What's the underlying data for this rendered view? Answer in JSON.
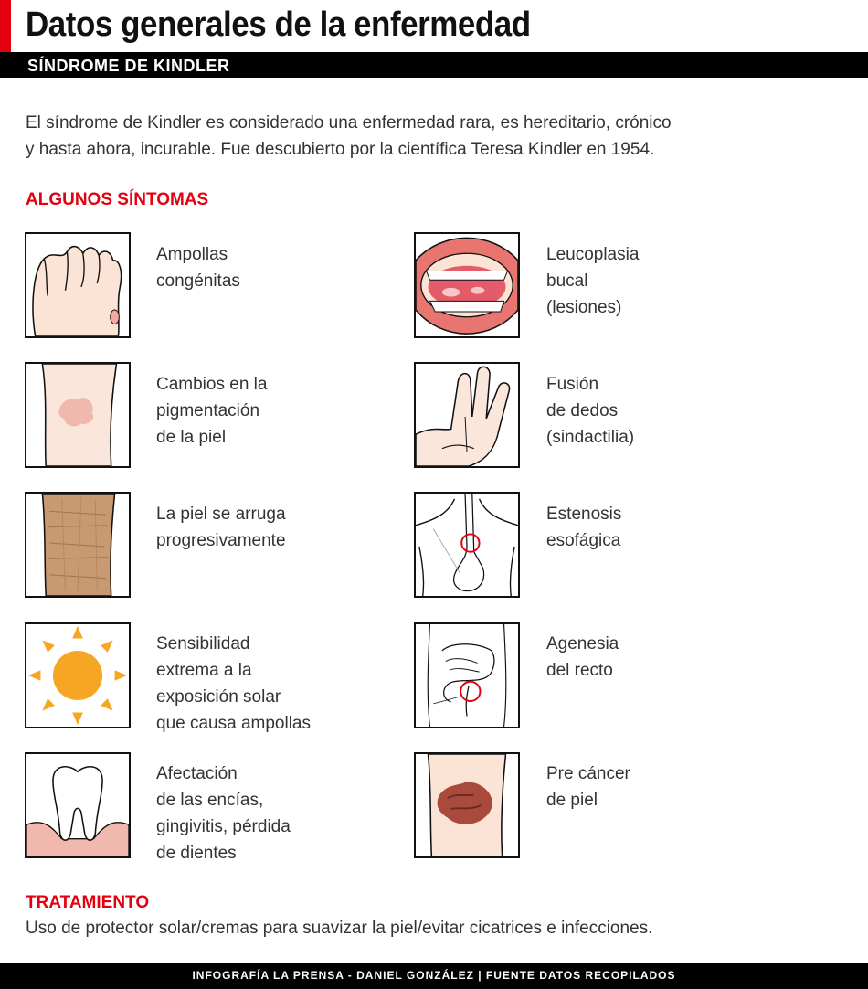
{
  "header": {
    "title": "Datos generales de la enfermedad",
    "subtitle": "SÍNDROME DE KINDLER"
  },
  "intro": "El síndrome de Kindler es considerado una enfermedad rara, es hereditario, crónico\ny hasta ahora, incurable. Fue descubierto por la científica Teresa Kindler en 1954.",
  "symptoms_heading": "ALGUNOS SÍNTOMAS",
  "symptoms": [
    {
      "label": "Ampollas\ncongénitas",
      "icon": "foot-blister-icon"
    },
    {
      "label": "Leucoplasia\nbucal\n(lesiones)",
      "icon": "mouth-icon"
    },
    {
      "label": "Cambios en la\npigmentación\nde la piel",
      "icon": "skin-pigment-icon"
    },
    {
      "label": "Fusión\nde dedos\n(sindactilia)",
      "icon": "hand-icon"
    },
    {
      "label": "La piel se arruga\nprogresivamente",
      "icon": "wrinkled-skin-icon"
    },
    {
      "label": "Estenosis\nesofágica",
      "icon": "esophagus-icon"
    },
    {
      "label": "Sensibilidad\nextrema a la\nexposición solar\nque causa ampollas",
      "icon": "sun-icon"
    },
    {
      "label": "Agenesia\ndel recto",
      "icon": "intestine-icon"
    },
    {
      "label": "Afectación\nde las encías,\ngingivitis, pérdida\nde dientes",
      "icon": "tooth-icon"
    },
    {
      "label": "Pre cáncer\nde piel",
      "icon": "skin-lesion-icon"
    }
  ],
  "treatment_heading": "TRATAMIENTO",
  "treatment": "Uso de protector solar/cremas para suavizar la piel/evitar cicatrices e infecciones.",
  "footer": "INFOGRAFÍA LA PRENSA - DANIEL GONZÁLEZ | FUENTE DATOS RECOPILADOS",
  "colors": {
    "accent": "#e3000f",
    "sun": "#f5a623",
    "skin": "#f6d3c4"
  }
}
